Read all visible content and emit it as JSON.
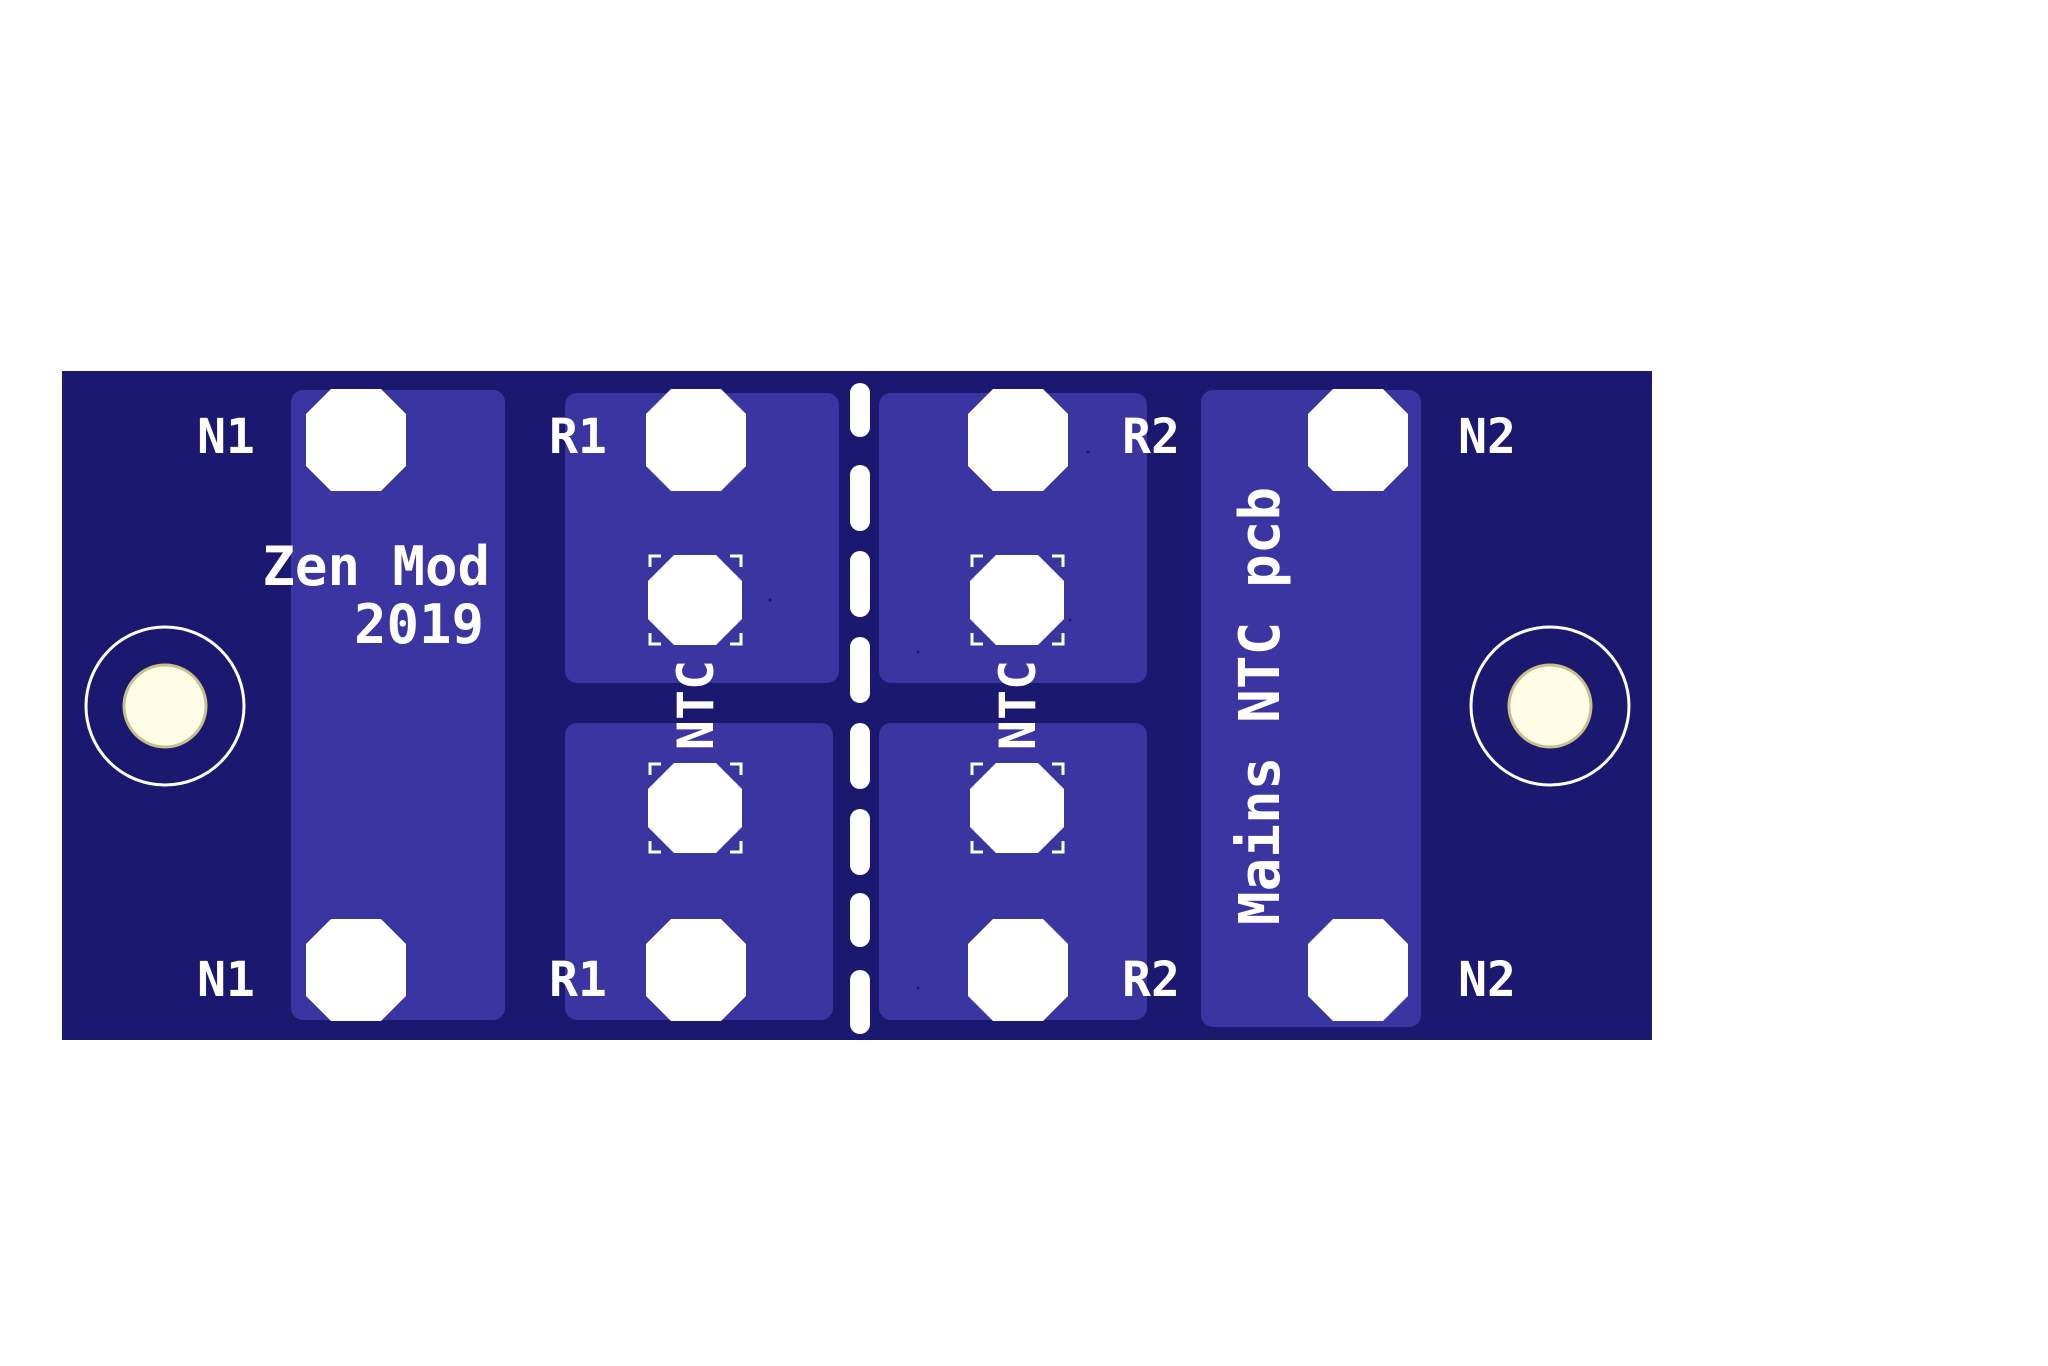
{
  "board": {
    "colors": {
      "background": "#ffffff",
      "board": "#1b1870",
      "copper_zone": "#3a35a0",
      "silkscreen": "#ffffff",
      "pad": "#ffffff",
      "mount_hole": "#fffde6"
    },
    "texts": {
      "maker": "Zen Mod",
      "year": "2019",
      "title": "Mains NTC pcb"
    },
    "pads": {
      "n1_top": "N1",
      "n1_bottom": "N1",
      "r1_top": "R1",
      "r1_bottom": "R1",
      "r2_top": "R2",
      "r2_bottom": "R2",
      "n2_top": "N2",
      "n2_bottom": "N2"
    },
    "components": {
      "ntc_left": "NTC",
      "ntc_right": "NTC"
    }
  }
}
